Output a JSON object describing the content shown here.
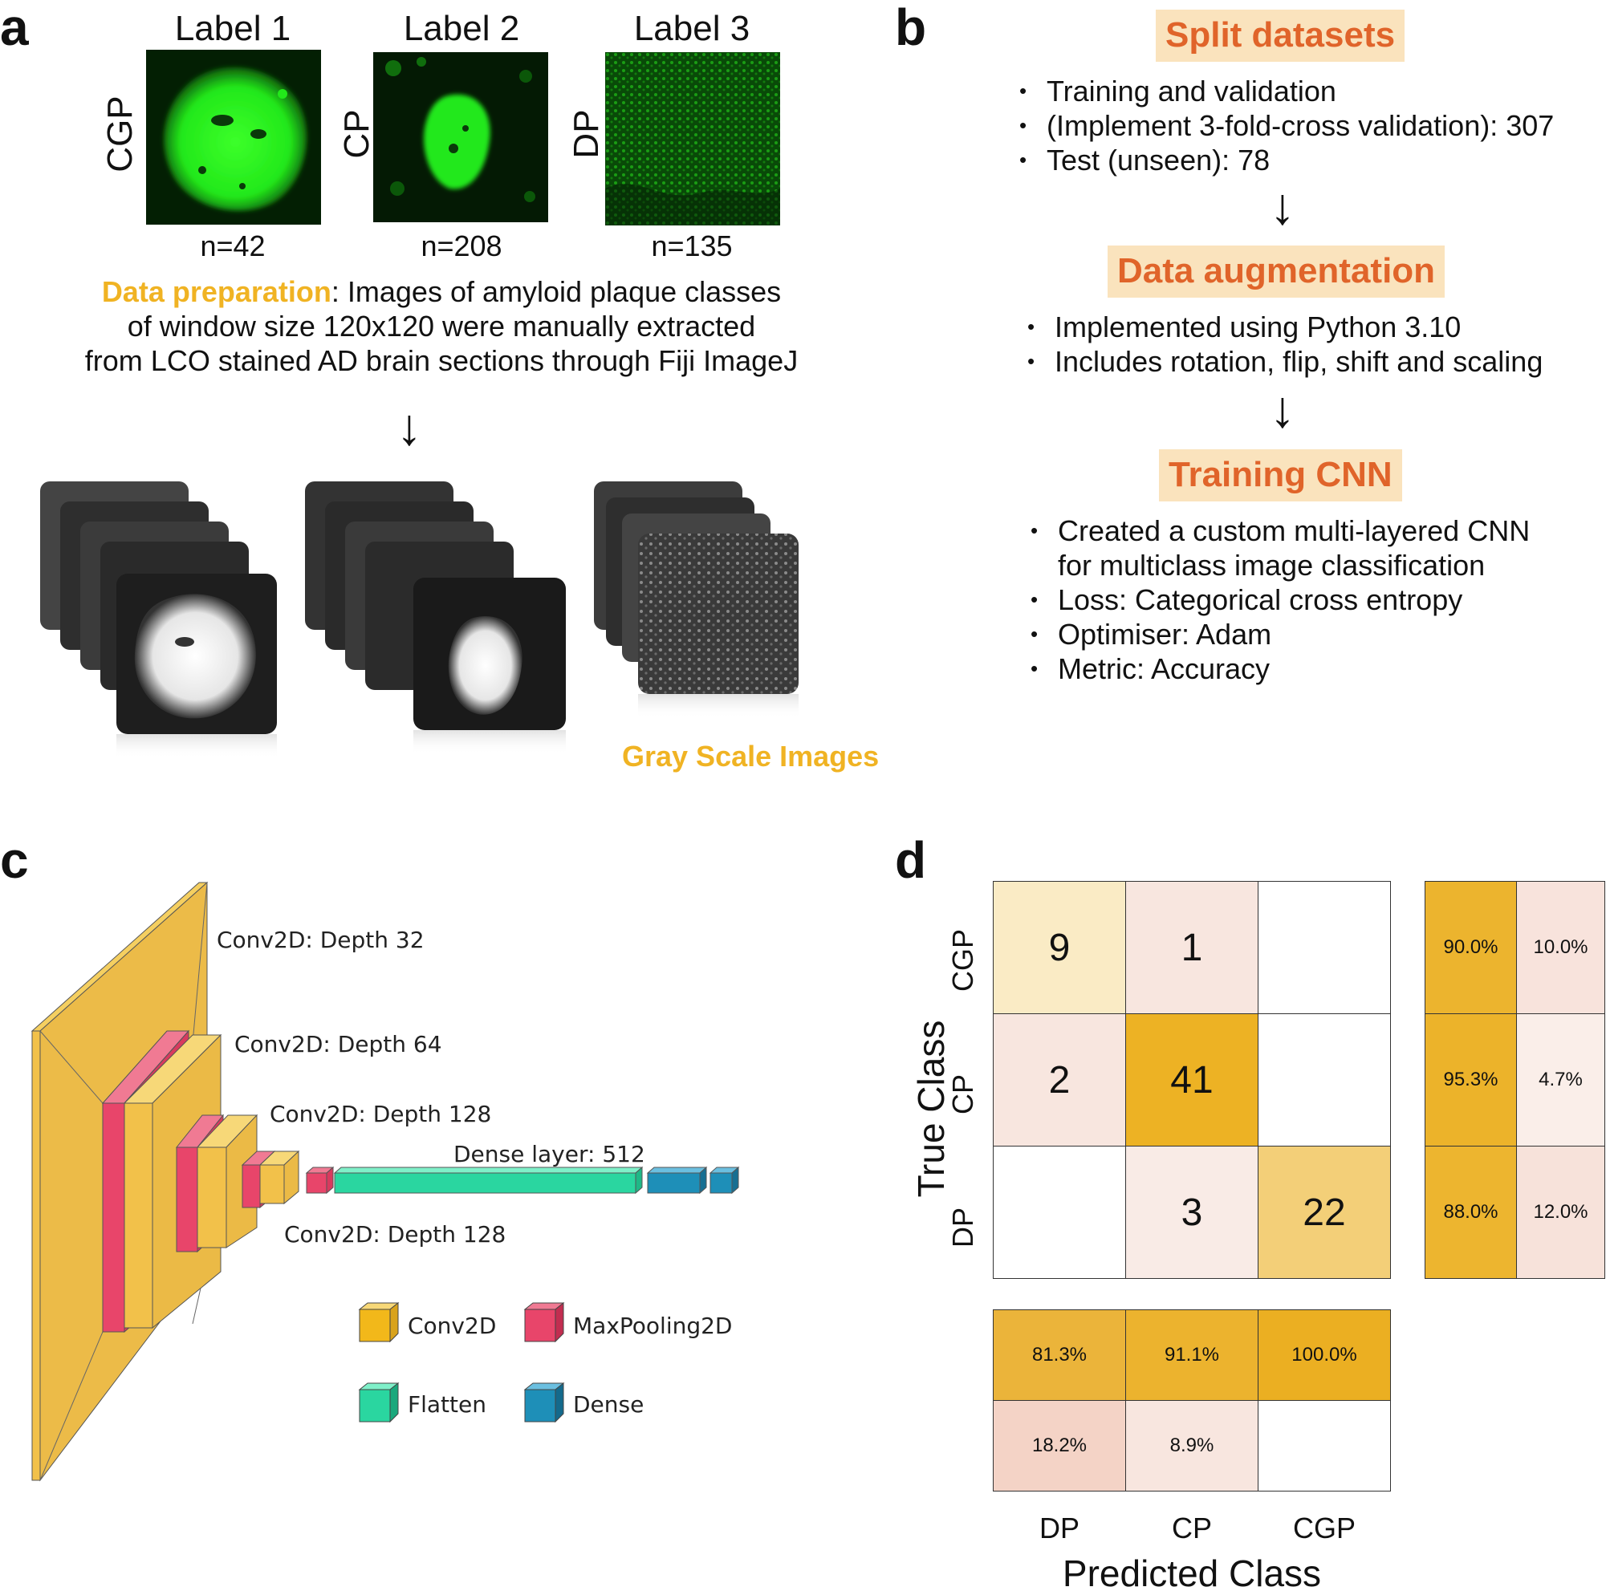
{
  "panel_a": {
    "letter": "a",
    "labels": [
      "Label 1",
      "Label 2",
      "Label 3"
    ],
    "classes": [
      "CGP",
      "CP",
      "DP"
    ],
    "counts": [
      "n=42",
      "n=208",
      "n=135"
    ],
    "prep_highlight": "Data preparation",
    "prep_line1_rest": ": Images of amyloid plaque classes",
    "prep_line2": "of window size 120x120 were manually extracted",
    "prep_line3": "from LCO stained AD brain sections through Fiji ImageJ",
    "arrow": "↓",
    "gray_title": "Gray Scale Images",
    "colors": {
      "highlight": "#f0b323",
      "plaque_green": "#22e81a"
    }
  },
  "panel_b": {
    "letter": "b",
    "arrow": "↓",
    "steps": [
      {
        "title": "Split datasets",
        "bullets": [
          "Training and validation",
          "(Implement 3-fold-cross validation): 307",
          "Test (unseen): 78"
        ]
      },
      {
        "title": "Data augmentation",
        "bullets": [
          "Implemented using Python 3.10",
          "Includes rotation, flip, shift and scaling"
        ]
      },
      {
        "title": "Training CNN",
        "bullets": [
          "Created a custom multi-layered CNN",
          "for multiclass image classification",
          "Loss: Categorical cross entropy",
          "Optimiser: Adam",
          "Metric: Accuracy"
        ]
      }
    ],
    "colors": {
      "box_bg": "#fae3bd",
      "box_text": "#e0642a"
    }
  },
  "panel_c": {
    "letter": "c",
    "layer_labels": {
      "conv32": "Conv2D: Depth 32",
      "conv64": "Conv2D: Depth 64",
      "conv128a": "Conv2D: Depth 128",
      "dense512": "Dense layer: 512",
      "conv128b": "Conv2D: Depth 128"
    },
    "legend": [
      "Conv2D",
      "MaxPooling2D",
      "Flatten",
      "Dense"
    ],
    "colors": {
      "conv": "#f2c14a",
      "pool": "#e8456a",
      "flatten": "#2ad6a0",
      "dense": "#1e8fb8"
    }
  },
  "panel_d": {
    "letter": "d",
    "chart_data": {
      "type": "heatmap",
      "title": "",
      "xlabel": "Predicted Class",
      "ylabel": "True Class",
      "x_categories": [
        "DP",
        "CP",
        "CGP"
      ],
      "y_categories": [
        "CGP",
        "CP",
        "DP"
      ],
      "matrix": [
        [
          "9",
          "1",
          ""
        ],
        [
          "2",
          "41",
          ""
        ],
        [
          "",
          "3",
          "22"
        ]
      ],
      "row_summary": [
        [
          "90.0%",
          "10.0%"
        ],
        [
          "95.3%",
          "4.7%"
        ],
        [
          "88.0%",
          "12.0%"
        ]
      ],
      "column_summary": [
        [
          "81.3%",
          "91.1%",
          "100.0%"
        ],
        [
          "18.2%",
          "8.9%",
          ""
        ]
      ]
    }
  }
}
